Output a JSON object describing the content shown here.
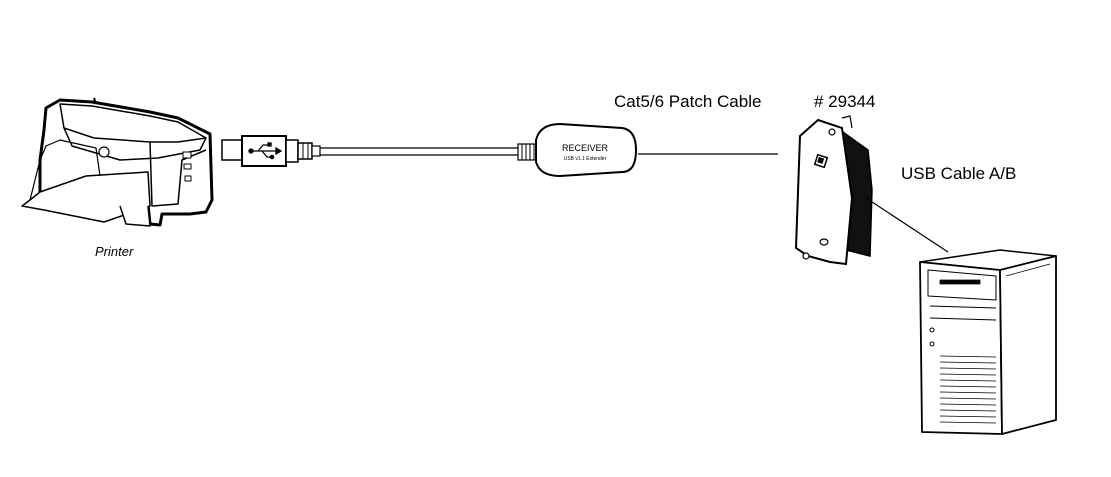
{
  "labels": {
    "patch_cable": "Cat5/6 Patch Cable",
    "part_number": "# 29344",
    "usb_cable": "USB Cable A/B",
    "printer": "Printer"
  },
  "receiver": {
    "title": "RECEIVER",
    "subtitle": "USB v1.1 Extender"
  },
  "colors": {
    "line": "#000000",
    "background": "#ffffff"
  },
  "icons": {
    "printer": "printer-icon",
    "usb_symbol": "usb-icon",
    "wall_plate": "wall-plate-icon",
    "computer": "tower-computer-icon"
  }
}
